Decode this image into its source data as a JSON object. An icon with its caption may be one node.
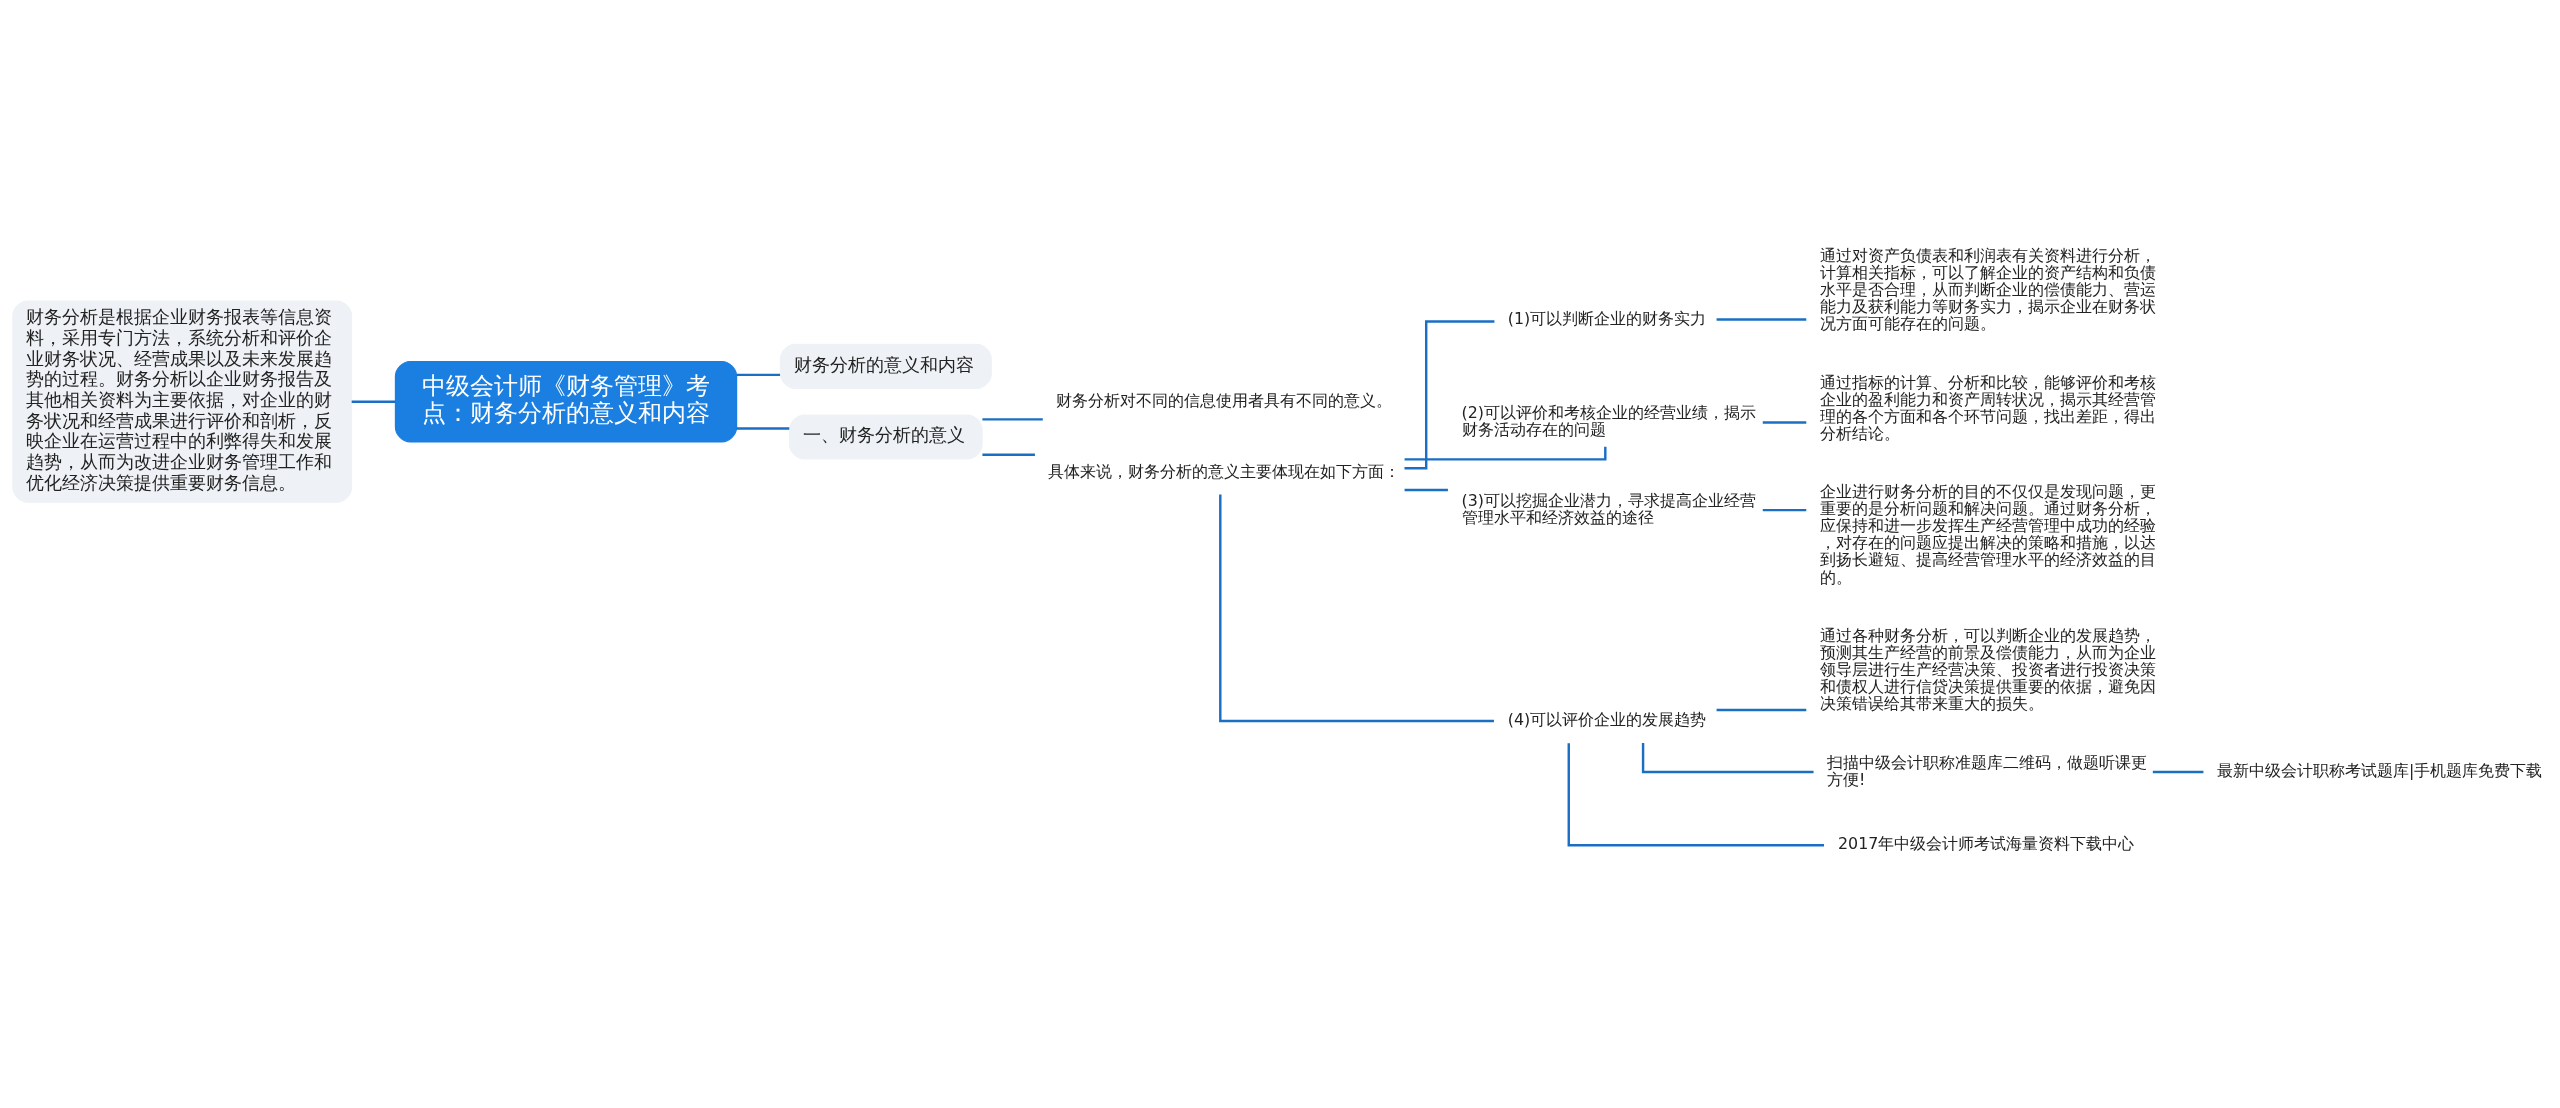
{
  "diagram": {
    "nodes": [
      {
        "text": [
          "财务分析是根据企业财务报表等信息资料，采用专门方法，系统分析和评价企业财务状况、经营成果以及未来发展趋势的过程。财务分析以企业财务报告及其他相关资料为主要依据，对企业的财务状况和经营成果进行评价和剖析，反映企业在运营过程中的利弊得失和发展趋势，从而为改进企业财务管理工作和优化经济决策提供重要财务信息。"
        ]
      },
      {
        "text": [
          "中级会计师《财务管理》考点：财务分析的意义和内容"
        ]
      },
      {
        "text": [
          "财务分析的意义和内容"
        ]
      },
      {
        "text": [
          "一、财务分析的意义"
        ]
      },
      {
        "text": [
          "财务分析对不同的信息使用者具有不同的意义。"
        ]
      },
      {
        "text": [
          "具体来说，财务分析的意义主要体现在如下方面："
        ]
      },
      {
        "text": [
          "(1)可以判断企业的财务实力"
        ]
      },
      {
        "text": [
          "通过对资产负债表和利润表有关资料进行分析，计算相关指标，可以了解企业的资产结构和负债水平是否合理，从而判断企业的偿债能力、营运能力及获利能力等财务实力，揭示企业在财务状况方面可能存在的问题。"
        ]
      },
      {
        "text": [
          "(2)可以评价和考核企业的经营业绩，揭示财务活动存在的问题"
        ]
      },
      {
        "text": [
          "通过指标的计算、分析和比较，能够评价和考核企业的盈利能力和资产周转状况，揭示其经营管理的各个方面和各个环节问题，找出差距，得出分析结论。"
        ]
      },
      {
        "text": [
          "(3)可以挖掘企业潜力，寻求提高企业经营管理水平和经济效益的途径"
        ]
      },
      {
        "text": [
          "企业进行财务分析的目的不仅仅是发现问题，更重要的是分析问题和解决问题。通过财务分析，应保持和进一步发挥生产经营管理中成功的经验，对存在的问题应提出解决的策略和措施，以达到扬长避短、提高经营管理水平的经济效益的目的。"
        ]
      },
      {
        "text": [
          "(4)可以评价企业的发展趋势"
        ]
      },
      {
        "text": [
          "通过各种财务分析，可以判断企业的发展趋势，预测其生产经营的前景及偿债能力，从而为企业领导层进行生产经营决策、投资者进行投资决策和债权人进行信贷决策提供重要的依据，避免因决策错误给其带来重大的损失。"
        ]
      },
      {
        "text": [
          "扫描中级会计职称准题库二维码，做题听课更方便!"
        ]
      },
      {
        "text": [
          "最新中级会计职称考试题库|手机题库免费下载"
        ]
      },
      {
        "text": [
          "2017年中级会计师考试海量资料下载中心"
        ]
      }
    ],
    "edges": [
      {
        "from": 0,
        "to": 1,
        "arrow": "none"
      },
      {
        "from": 1,
        "to": 2,
        "arrow": "none"
      },
      {
        "from": 1,
        "to": 3,
        "arrow": "none"
      },
      {
        "from": 3,
        "to": 4,
        "arrow": "none"
      },
      {
        "from": 3,
        "to": 5,
        "arrow": "none"
      },
      {
        "from": 5,
        "to": 6,
        "arrow": "none"
      },
      {
        "from": 5,
        "to": 8,
        "arrow": "none"
      },
      {
        "from": 5,
        "to": 10,
        "arrow": "none"
      },
      {
        "from": 5,
        "to": 12,
        "arrow": "none"
      },
      {
        "from": 6,
        "to": 7,
        "arrow": "none"
      },
      {
        "from": 8,
        "to": 9,
        "arrow": "none"
      },
      {
        "from": 10,
        "to": 11,
        "arrow": "none"
      },
      {
        "from": 12,
        "to": 13,
        "arrow": "none"
      },
      {
        "from": 12,
        "to": 14,
        "arrow": "none"
      },
      {
        "from": 12,
        "to": 16,
        "arrow": "none"
      },
      {
        "from": 14,
        "to": 15,
        "arrow": "none"
      }
    ]
  }
}
